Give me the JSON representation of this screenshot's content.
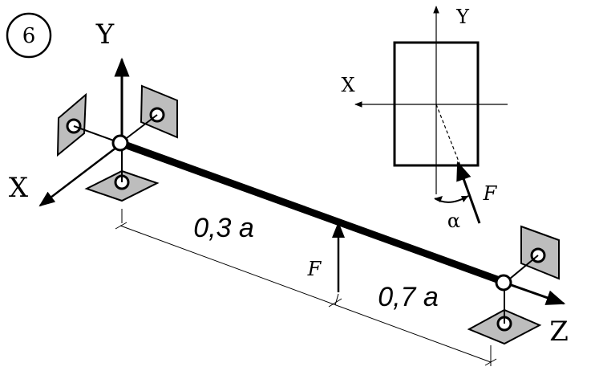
{
  "problem_number": "6",
  "axes": {
    "y": "Y",
    "x": "X",
    "z": "Z"
  },
  "section": {
    "y": "Y",
    "x": "X",
    "force": "F",
    "angle": "α"
  },
  "force_label": "F",
  "segments": {
    "left": "0,3 a",
    "right": "0,7 a"
  },
  "colors": {
    "support_fill": "#bdbdbd",
    "line": "#000000",
    "background": "#ffffff"
  }
}
